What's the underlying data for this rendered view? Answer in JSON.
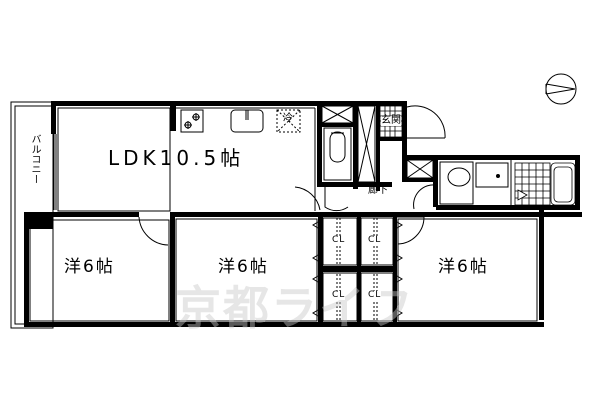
{
  "floorplan": {
    "rooms": {
      "ldk": "LDK10.5帖",
      "western1": "洋6帖",
      "western2": "洋6帖",
      "western3": "洋6帖",
      "balcony": "バルコニー",
      "entrance": "玄関",
      "hallway": "廊下",
      "fridge": "冷"
    },
    "closets": [
      "CL",
      "CL",
      "CL",
      "CL"
    ],
    "watermark": "京都ライフ",
    "compass": "north-arrow"
  }
}
